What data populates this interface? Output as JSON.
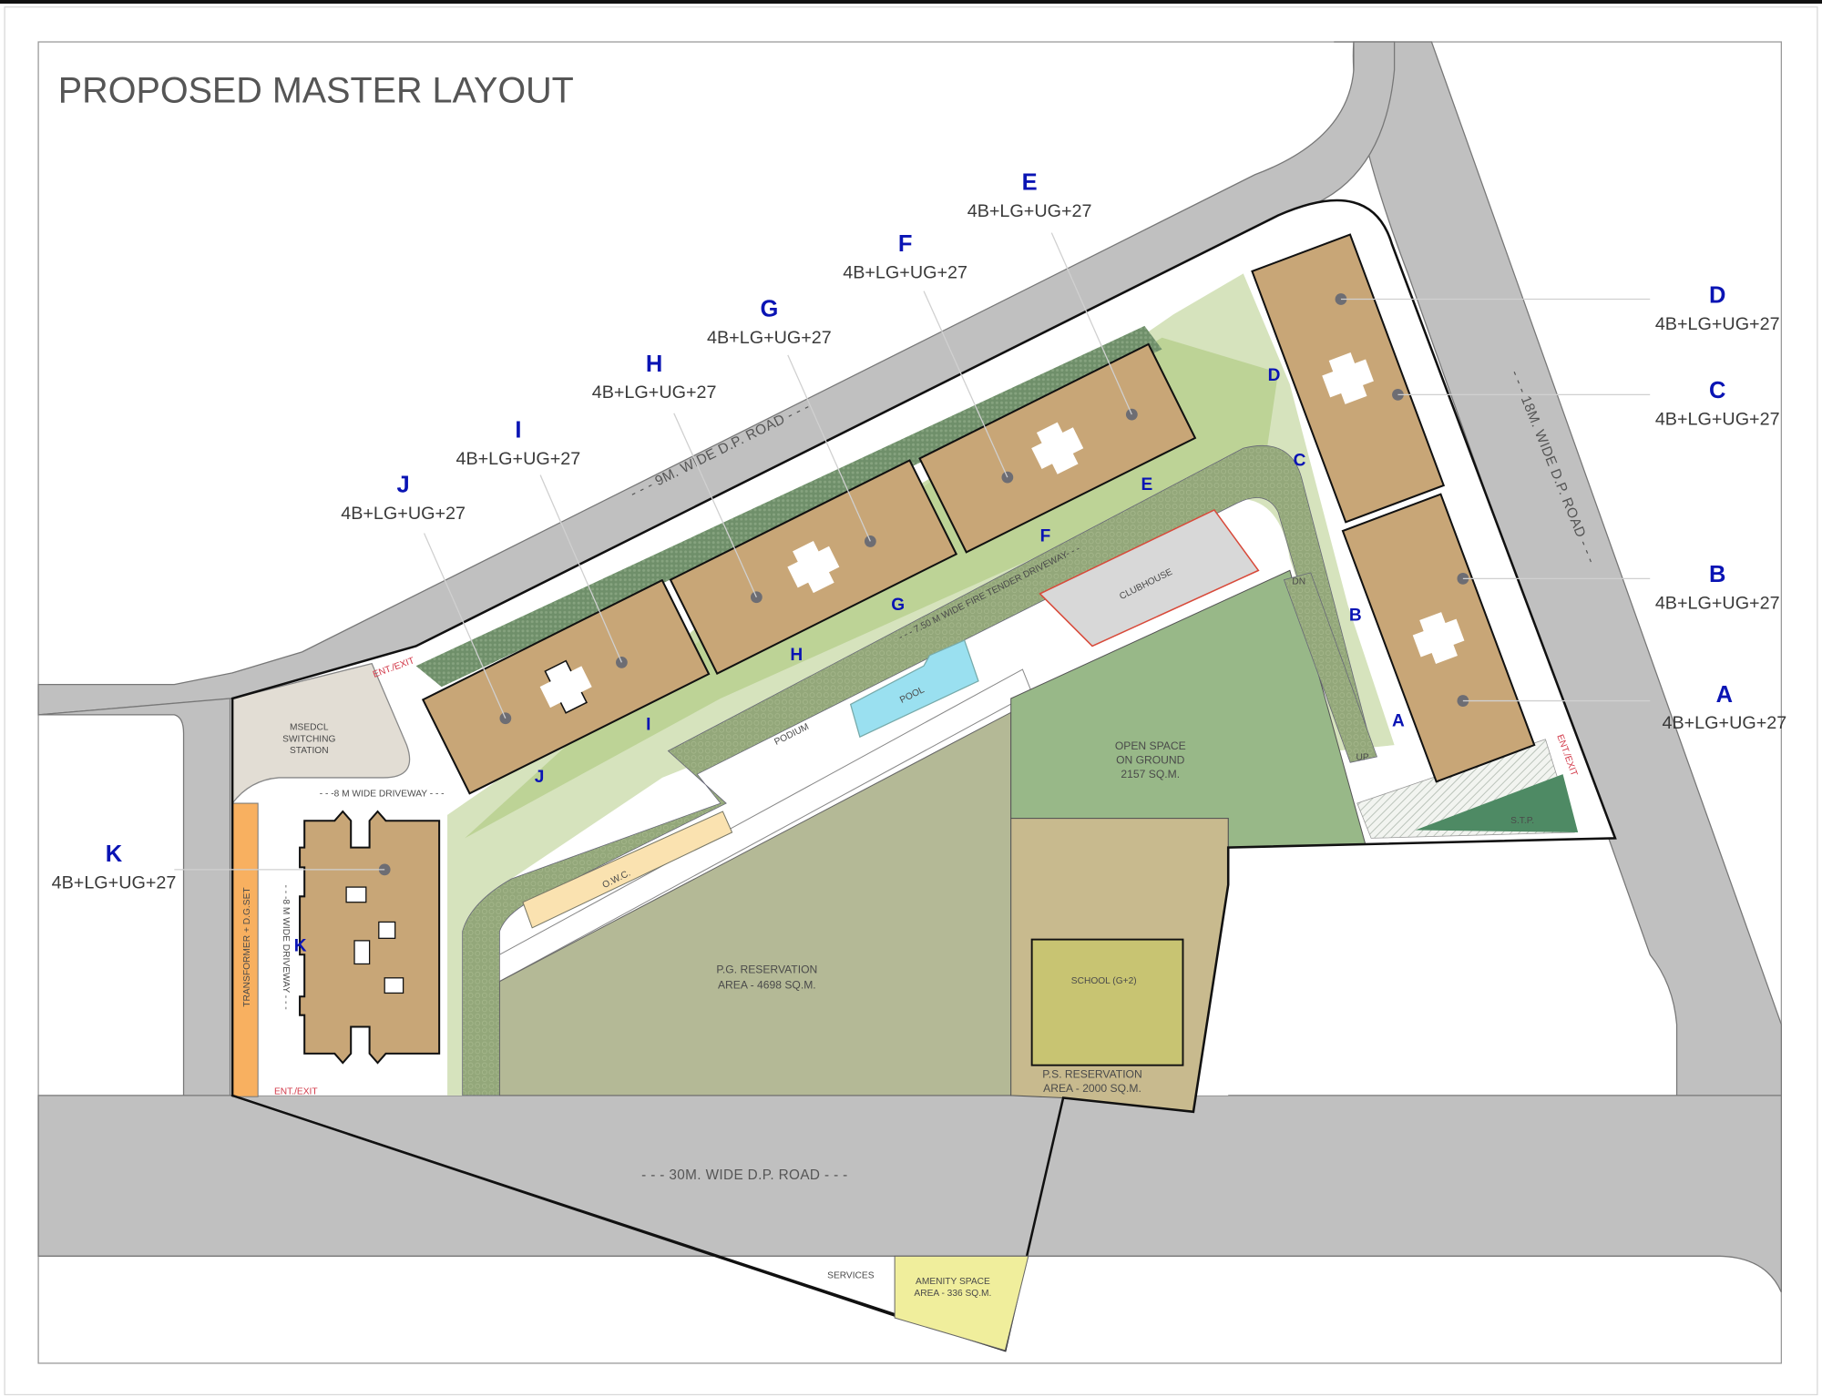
{
  "title": "PROPOSED MASTER LAYOUT",
  "roads": {
    "north": "- - - 9M. WIDE D.P. ROAD - - -",
    "east": "- - - 18M. WIDE D.P. ROAD - - -",
    "south": "- - - 30M. WIDE D.P. ROAD - - -",
    "driveway_top": "- - -8 M WIDE DRIVEWAY - - -",
    "driveway_side": "- - -8 M WIDE DRIVEWAY - - -",
    "fire_tender": "- - - 7.50 M WIDE FIRE TENDER DRIVEWAY- - -"
  },
  "towers": [
    {
      "id": "A",
      "floors": "4B+LG+UG+27"
    },
    {
      "id": "B",
      "floors": "4B+LG+UG+27"
    },
    {
      "id": "C",
      "floors": "4B+LG+UG+27"
    },
    {
      "id": "D",
      "floors": "4B+LG+UG+27"
    },
    {
      "id": "E",
      "floors": "4B+LG+UG+27"
    },
    {
      "id": "F",
      "floors": "4B+LG+UG+27"
    },
    {
      "id": "G",
      "floors": "4B+LG+UG+27"
    },
    {
      "id": "H",
      "floors": "4B+LG+UG+27"
    },
    {
      "id": "I",
      "floors": "4B+LG+UG+27"
    },
    {
      "id": "J",
      "floors": "4B+LG+UG+27"
    },
    {
      "id": "K",
      "floors": "4B+LG+UG+27"
    }
  ],
  "zones": {
    "msedcl": [
      "MSEDCL",
      "SWITCHING",
      "STATION"
    ],
    "transformer": "TRANSFORMER + D.G.SET",
    "clubhouse": "CLUBHOUSE",
    "pool": "POOL",
    "podium": "PODIUM",
    "owc": "O.W.C.",
    "open_space": [
      "OPEN SPACE",
      "ON GROUND",
      "2157 SQ.M."
    ],
    "pg_reservation": [
      "P.G. RESERVATION",
      "AREA - 4698 SQ.M."
    ],
    "school": "SCHOOL (G+2)",
    "ps_reservation": [
      "P.S. RESERVATION",
      "AREA - 2000 SQ.M."
    ],
    "stp": "S.T.P.",
    "services": "SERVICES",
    "amenity": [
      "AMENITY SPACE",
      "AREA - 336 SQ.M."
    ],
    "up": "UP",
    "dn": "DN"
  },
  "entries": [
    "ENT./EXIT",
    "ENT./EXIT",
    "ENT./EXIT"
  ],
  "colors": {
    "building": "#c8a677",
    "road": "#c0c0c0",
    "tower_label": "#0a14b4",
    "open_space": "#98b888",
    "pg_reservation": "#b4b996",
    "ps_reservation": "#c8ba8e",
    "school": "#c8c472",
    "pool": "#9ae0f0",
    "transformer": "#f8b060",
    "owc": "#fae2b0",
    "stp": "#4e8a64",
    "amenity": "#f0ee9c",
    "entry_text": "#d23a4a"
  }
}
